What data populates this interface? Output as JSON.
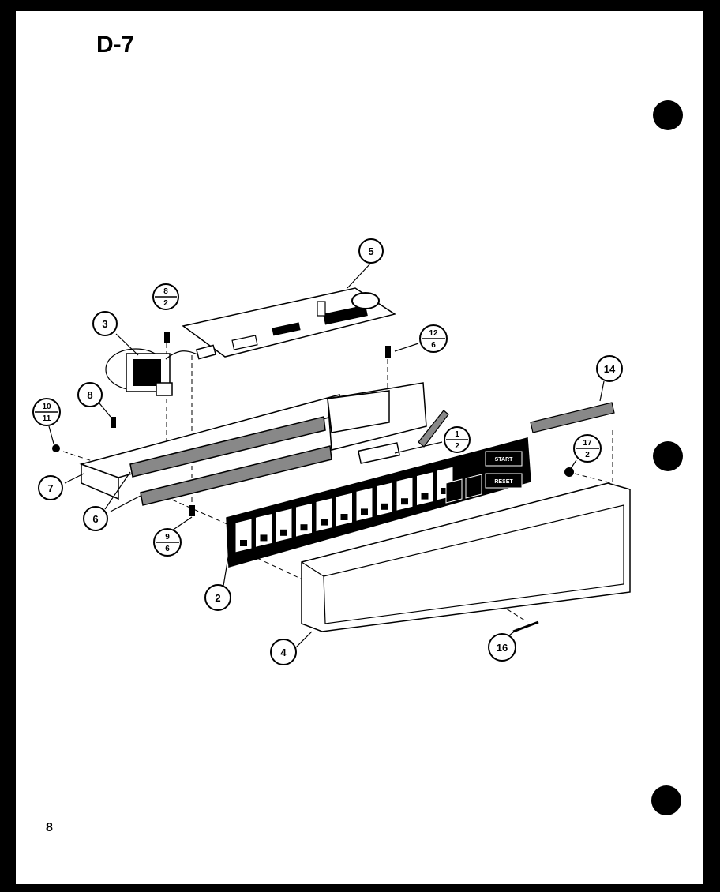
{
  "page": {
    "title": "D-7",
    "page_number": "8"
  },
  "callouts": {
    "c1": {
      "num": "1",
      "den": "2"
    },
    "c2": "2",
    "c3": "3",
    "c4": "4",
    "c5": "5",
    "c6": "6",
    "c7": "7",
    "c8a": "8",
    "c8b": {
      "num": "8",
      "den": "2"
    },
    "c9": {
      "num": "9",
      "den": "6"
    },
    "c10": {
      "num": "10",
      "den": "11"
    },
    "c12": {
      "num": "12",
      "den": "6"
    },
    "c14": "14",
    "c16": "16",
    "c17": {
      "num": "17",
      "den": "2"
    }
  },
  "keypad": {
    "start_label": "START",
    "reset_label": "RESET"
  }
}
